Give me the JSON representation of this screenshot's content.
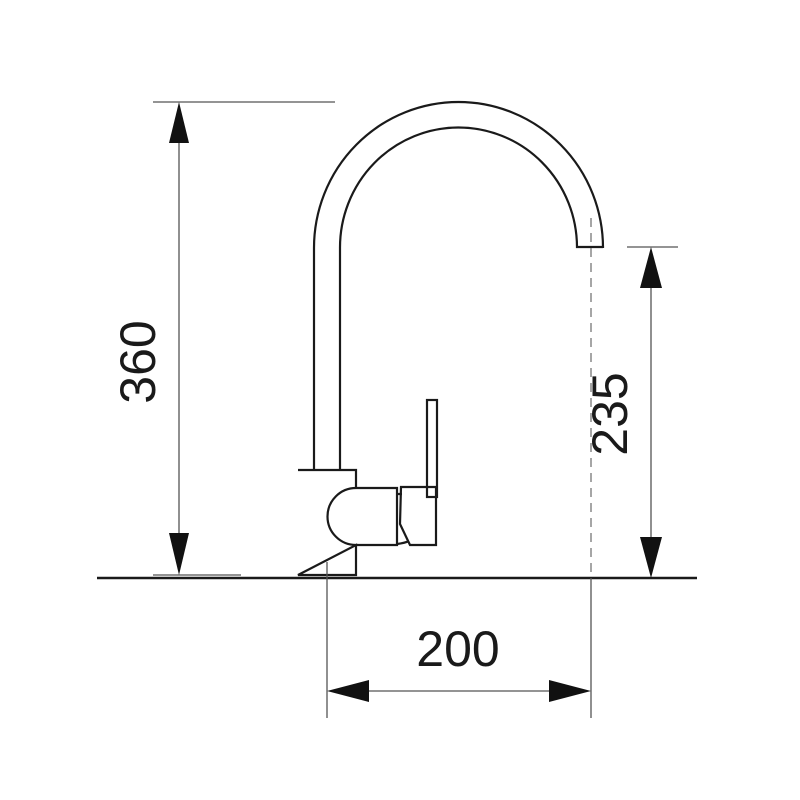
{
  "diagram": {
    "subject": "kitchen faucet side elevation",
    "colors": {
      "outline": "#1a1a1a",
      "dimension_line": "#555555",
      "background": "#ffffff"
    },
    "dimensions": {
      "total_height": {
        "value": "360",
        "orientation": "vertical"
      },
      "spout_clearance": {
        "value": "235",
        "orientation": "vertical"
      },
      "spout_reach": {
        "value": "200",
        "orientation": "horizontal"
      }
    }
  }
}
